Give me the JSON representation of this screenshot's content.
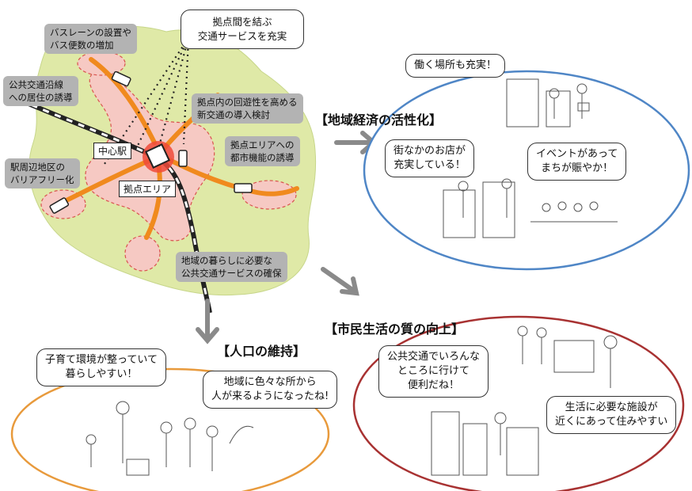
{
  "colors": {
    "region_fill": "#dfe9a7",
    "core_fill": "#f6c9c3",
    "corridor": "#f08a1e",
    "rail_dark": "#222222",
    "label_gray": "#b3b3b3",
    "economy_ellipse": "#4f86c6",
    "life_ellipse": "#a83232",
    "population_ellipse": "#e89a3c",
    "arrow_gray": "#8a8a8a"
  },
  "map": {
    "connect_box": "拠点間を結ぶ\n交通サービスを充実",
    "labels": {
      "bus_lane": "バスレーンの設置や\nバス便数の増加",
      "residence": "公共交通沿線\nへの居住の誘導",
      "new_transit": "拠点内の回遊性を高める\n新交通の導入検討",
      "urban_function": "拠点エリアへの\n都市機能の誘導",
      "barrier_free": "駅周辺地区の\nバリアフリー化",
      "local_transit": "地域の暮らしに必要な\n公共交通サービスの確保"
    },
    "central_station": "中心駅",
    "hub_area": "拠点エリア"
  },
  "outcomes": {
    "economy": {
      "heading": "【地域経済の活性化】",
      "bubbles": [
        "働く場所も充実！",
        "街なかのお店が\n充実している！",
        "イベントがあって\nまちが賑やか！"
      ]
    },
    "life": {
      "heading": "【市民生活の質の向上】",
      "bubbles": [
        "公共交通でいろんな\nところに行けて\n便利だね！",
        "生活に必要な施設が\n近くにあって住みやすい"
      ]
    },
    "population": {
      "heading": "【人口の維持】",
      "bubbles": [
        "子育て環境が整っていて\n暮らしやすい！",
        "地域に色々な所から\n人が来るようになったね!"
      ]
    }
  }
}
